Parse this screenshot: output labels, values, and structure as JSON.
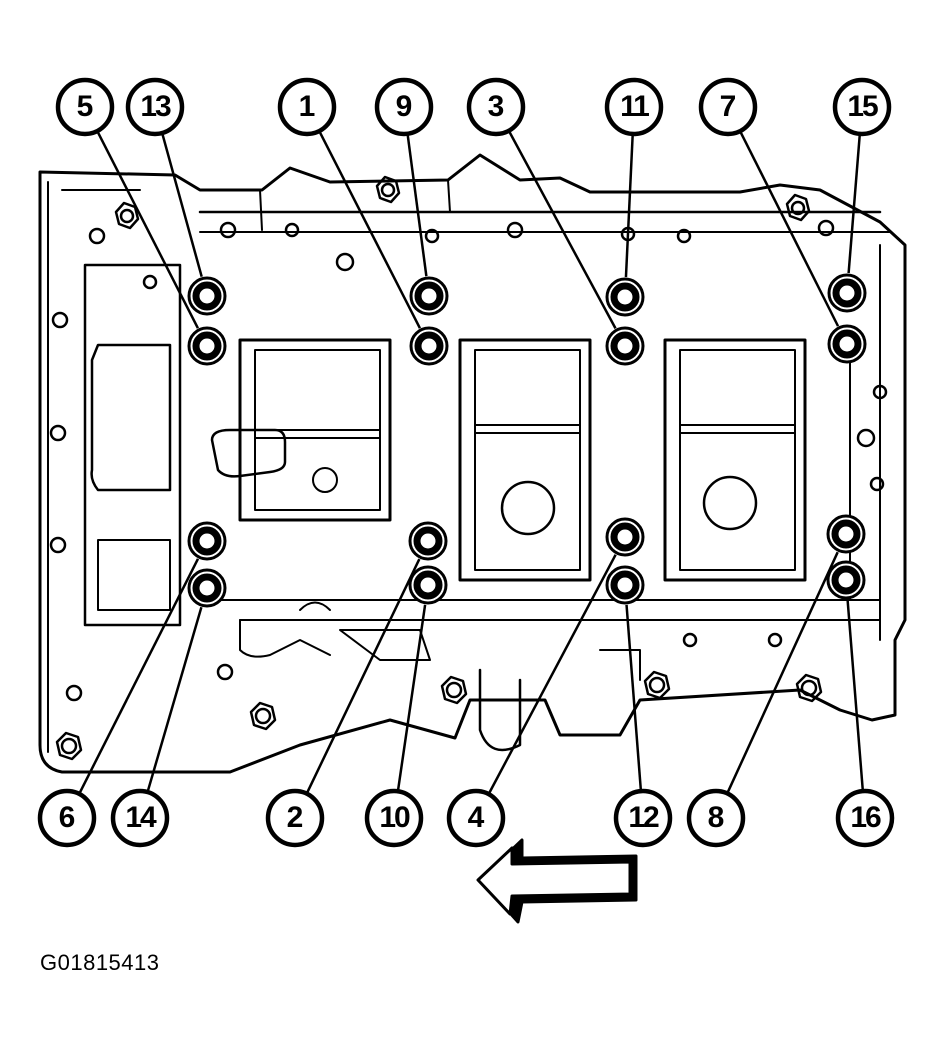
{
  "figure_id": "G01815413",
  "ink_color": "#000000",
  "paper_color": "#ffffff",
  "arrow_direction": "left",
  "callouts": [
    {
      "label": "5"
    },
    {
      "label": "13"
    },
    {
      "label": "1"
    },
    {
      "label": "9"
    },
    {
      "label": "3"
    },
    {
      "label": "11"
    },
    {
      "label": "7"
    },
    {
      "label": "15"
    },
    {
      "label": "6"
    },
    {
      "label": "14"
    },
    {
      "label": "2"
    },
    {
      "label": "10"
    },
    {
      "label": "4"
    },
    {
      "label": "12"
    },
    {
      "label": "8"
    },
    {
      "label": "16"
    }
  ]
}
